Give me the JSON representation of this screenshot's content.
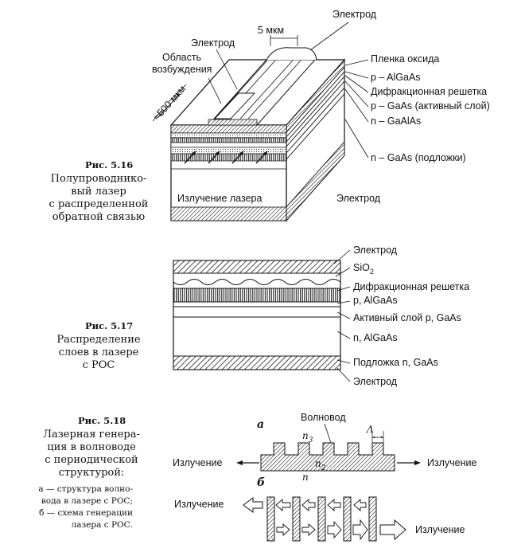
{
  "fig516": {
    "caption_num": "Рис. 5.16",
    "caption_lines": [
      "Полупроводнико-",
      "вый лазер",
      "с распределенной",
      "обратной связью"
    ],
    "labels": {
      "electrode_top": "Электрод",
      "electrode_left": "Электрод",
      "width": "5 мкм",
      "excitation_1": "Область",
      "excitation_2": "возбуждения",
      "length": "≈500 мкм",
      "oxide": "Пленка оксида",
      "p_algaas": "p – AlGaAs",
      "grating": "Дифракционная решетка",
      "p_gaas": "p – GaAs (активный слой)",
      "n_gaalas": "n – GaAlAs",
      "n_gaas": "n – GaAs (подложки)",
      "emission": "Излучение лазера",
      "electrode_bottom": "Электрод"
    }
  },
  "fig517": {
    "caption_num": "Рис. 5.17",
    "caption_lines": [
      "Распределение",
      "слоев в лазере",
      "с РОС"
    ],
    "labels": {
      "electrode_top": "Электрод",
      "sio2": "SiO",
      "sio2_sub": "2",
      "grating": "Дифракционная решетка",
      "p_algaas": "p, AlGaAs",
      "active": "Активный слой p, GaAs",
      "n_algaas": "n, AlGaAs",
      "substrate": "Подложка n, GaAs",
      "electrode_bottom": "Электрод"
    }
  },
  "fig518": {
    "caption_num": "Рис. 5.18",
    "caption_lines": [
      "Лазерная генера-",
      "ция в волноводе",
      "с периодической",
      "структурой:"
    ],
    "desc_lines": [
      "а — структура волно-",
      "вода в лазере с РОС;",
      "б — схема генерации",
      "лазера с РОС."
    ],
    "label_a": "а",
    "label_b": "б",
    "waveguide": "Волновод",
    "period": "Λ",
    "n3": "n",
    "n3_sub": "3",
    "n2": "n",
    "n2_sub": "2",
    "n": "n",
    "emission_left": "Излучение",
    "emission_right": "Излучение",
    "emission_left_b": "Излучение",
    "emission_right_b": "Излучение"
  }
}
